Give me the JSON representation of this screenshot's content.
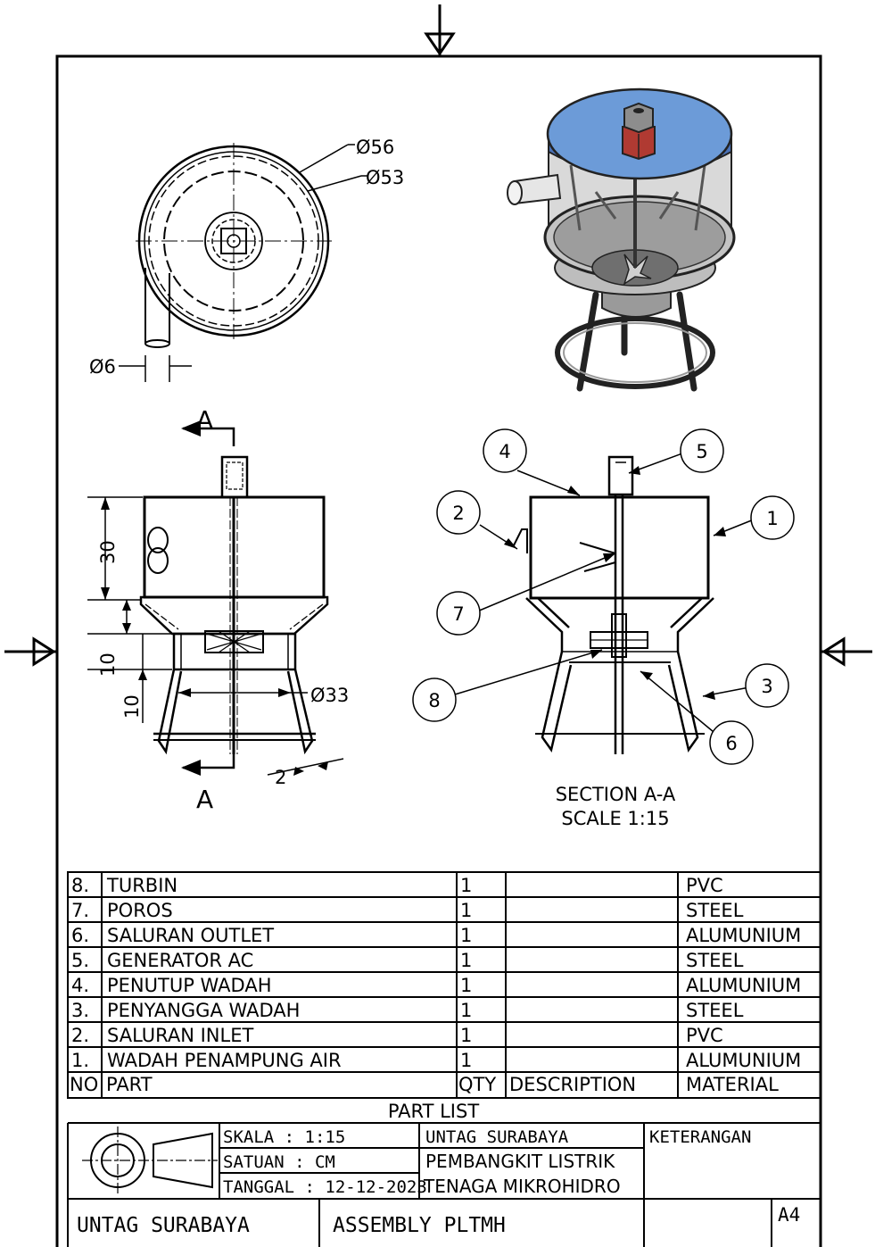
{
  "views": {
    "top": {
      "dia_outer": "Ø56",
      "dia_inner": "Ø53",
      "dia_inlet": "Ø6"
    },
    "front": {
      "section_letter_top": "A",
      "section_letter_bottom": "A",
      "dim_height_upper": "30",
      "dim_height_middle": "10",
      "dim_height_lower": "10",
      "dim_bottom_dia": "Ø33",
      "dim_thickness": "2"
    },
    "section": {
      "title": "SECTION A-A",
      "scale": "SCALE 1:15",
      "balloons": [
        "1",
        "2",
        "3",
        "4",
        "5",
        "6",
        "7",
        "8"
      ]
    }
  },
  "part_list": {
    "title": "PART LIST",
    "headers": {
      "no": "NO",
      "part": "PART",
      "qty": "QTY",
      "description": "DESCRIPTION",
      "material": "MATERIAL"
    },
    "rows": [
      {
        "no": "8.",
        "part": "TURBIN",
        "qty": "1",
        "description": "",
        "material": "PVC"
      },
      {
        "no": "7.",
        "part": "POROS",
        "qty": "1",
        "description": "",
        "material": "STEEL"
      },
      {
        "no": "6.",
        "part": "SALURAN OUTLET",
        "qty": "1",
        "description": "",
        "material": "ALUMUNIUM"
      },
      {
        "no": "5.",
        "part": "GENERATOR AC",
        "qty": "1",
        "description": "",
        "material": "STEEL"
      },
      {
        "no": "4.",
        "part": "PENUTUP WADAH",
        "qty": "1",
        "description": "",
        "material": "ALUMUNIUM"
      },
      {
        "no": "3.",
        "part": "PENYANGGA WADAH",
        "qty": "1",
        "description": "",
        "material": "STEEL"
      },
      {
        "no": "2.",
        "part": "SALURAN INLET",
        "qty": "1",
        "description": "",
        "material": "PVC"
      },
      {
        "no": "1.",
        "part": "WADAH PENAMPUNG AIR",
        "qty": "1",
        "description": "",
        "material": "ALUMUNIUM"
      }
    ]
  },
  "title_block": {
    "skala": "SKALA  : 1:15",
    "satuan": "SATUAN : CM",
    "tanggal": "TANGGAL : 12-12-2023",
    "institution": "UNTAG SURABAYA",
    "title_line1": "PEMBANGKIT LISTRIK",
    "title_line2": "TENAGA MIKROHIDRO",
    "keterangan": "KETERANGAN",
    "footer_institution": "UNTAG SURABAYA",
    "footer_title": "ASSEMBLY PLTMH",
    "sheet_size": "A4"
  }
}
